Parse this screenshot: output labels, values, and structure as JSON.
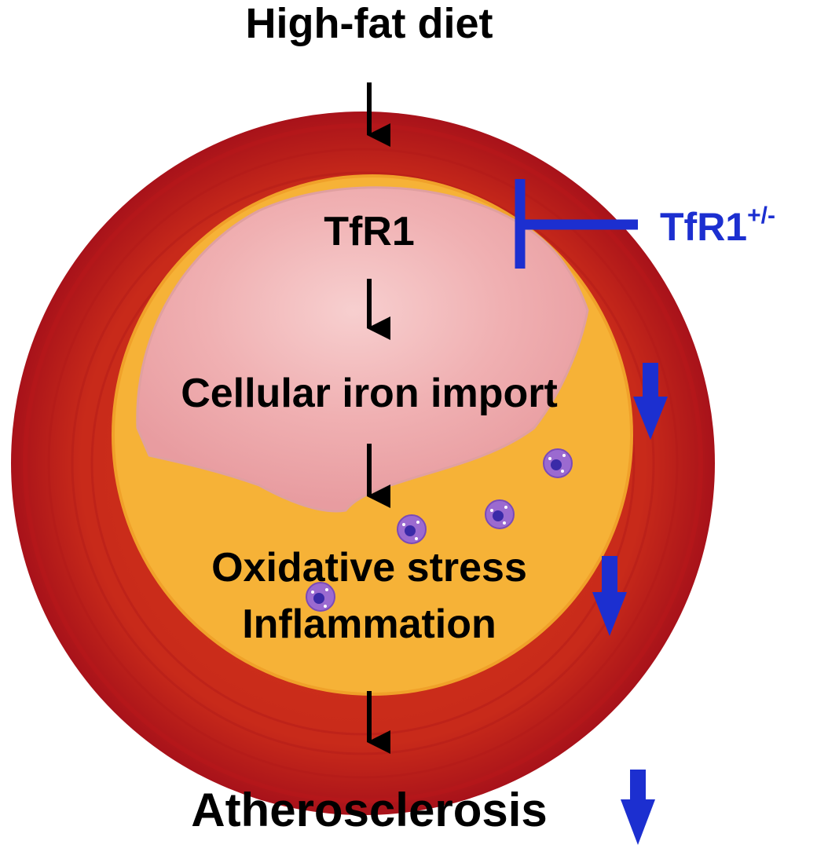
{
  "diagram": {
    "top_label": "High-fat diet",
    "tfr1_label": "TfR1",
    "step_iron": "Cellular iron import",
    "step_oxidative": "Oxidative stress",
    "step_inflammation": "Inflammation",
    "outcome": "Atherosclerosis",
    "inhibitor_base": "TfR1",
    "inhibitor_sup": "+/-"
  },
  "colors": {
    "vessel_outer": "#c8201e",
    "vessel_ring": "#d9401c",
    "plaque": "#f6b237",
    "lumen": "#f1b3b3",
    "inhibition_blue": "#1c2fd0",
    "flow_arrow": "#000000",
    "cell": "#9b6ad0",
    "cell_nucleus": "#3a2aa8"
  },
  "icons": {
    "flow": "down-arrow-icon",
    "decrease": "blue-down-arrow-icon",
    "inhibit": "inhibition-bar-icon",
    "cell": "macrophage-cell-icon"
  }
}
